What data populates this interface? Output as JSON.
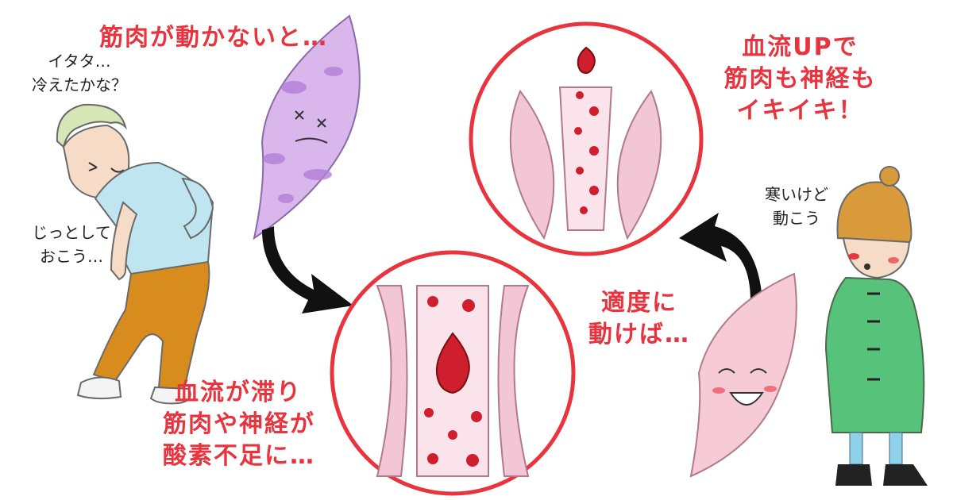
{
  "colors": {
    "accent_red": "#e8343e",
    "muscle_pink": "#f3c6d6",
    "muscle_purple": "#c79be0",
    "blood_red": "#cf1e2e",
    "arrow": "#111111",
    "coat_green": "#56c27a",
    "hat_orange": "#d99a3c",
    "shirt_blue": "#bfe6f0",
    "pants_orange": "#d98c1e"
  },
  "captions": {
    "no_move": "筋肉が動かないと…",
    "stagnant": [
      "血流が滞り",
      "筋肉や神経が",
      "酸素不足に…"
    ],
    "move": [
      "適度に",
      "動けば…"
    ],
    "blood_up": [
      "血流UPで",
      "筋肉も神経も",
      "イキイキ！"
    ]
  },
  "speech": {
    "old_man_top": [
      "イタタ…",
      "冷えたかな？"
    ],
    "old_man_mid": [
      "じっとして",
      "おこう…"
    ],
    "child": [
      "寒いけど",
      "動こう"
    ]
  }
}
